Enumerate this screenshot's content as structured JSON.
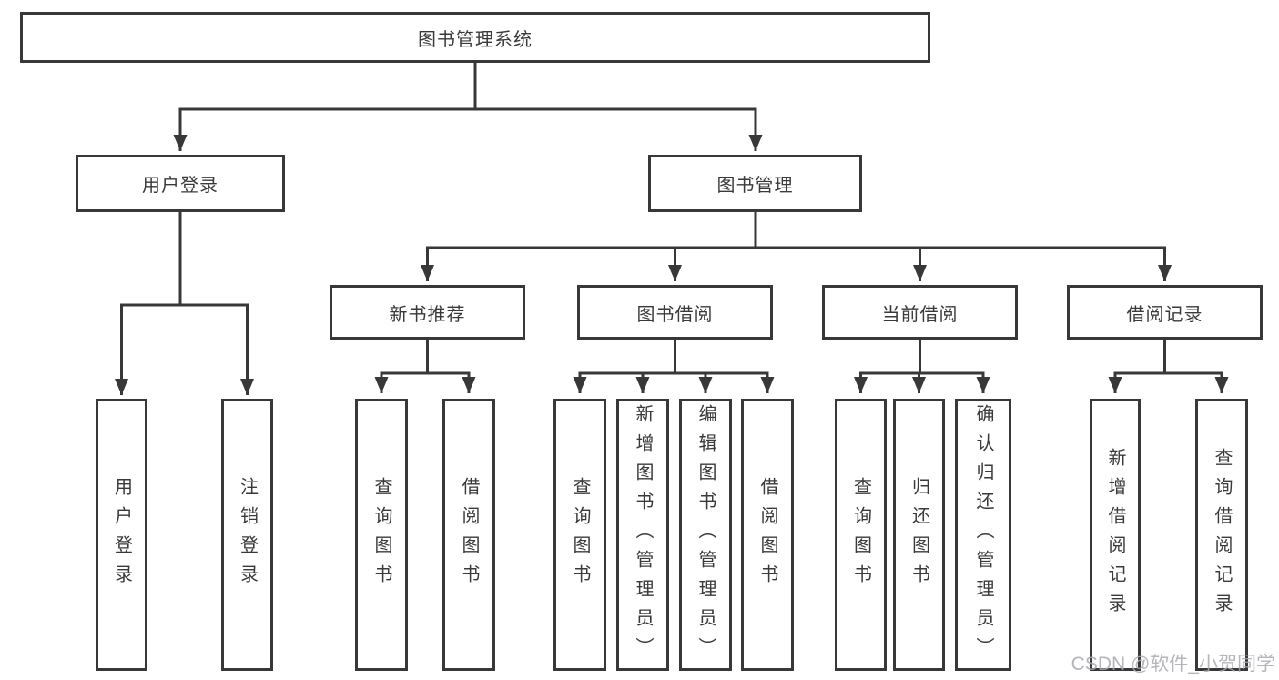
{
  "diagram": {
    "root": "图书管理系统",
    "nodes": {
      "user_login": "用户登录",
      "book_mgmt": "图书管理",
      "new_books": "新书推荐",
      "book_borrow": "图书借阅",
      "current_borrow": "当前借阅",
      "borrow_records": "借阅记录"
    },
    "leaves": {
      "ul_login": "用户登录",
      "ul_logout": "注销登录",
      "nb_query": "查询图书",
      "nb_borrow": "借阅图书",
      "bb_query": "查询图书",
      "bb_add": "新增图书（管理员）",
      "bb_edit": "编辑图书（管理员）",
      "bb_borrow": "借阅图书",
      "cb_query": "查询图书",
      "cb_return": "归还图书",
      "cb_confirm": "确认归还（管理员）",
      "br_add": "新增借阅记录",
      "br_query": "查询借阅记录"
    },
    "colors": {
      "line": "#383838",
      "border": "#383838",
      "text": "#3a3a3a",
      "watermark": "#a9a9af"
    },
    "watermark": "CSDN @软件_小贺同学"
  }
}
